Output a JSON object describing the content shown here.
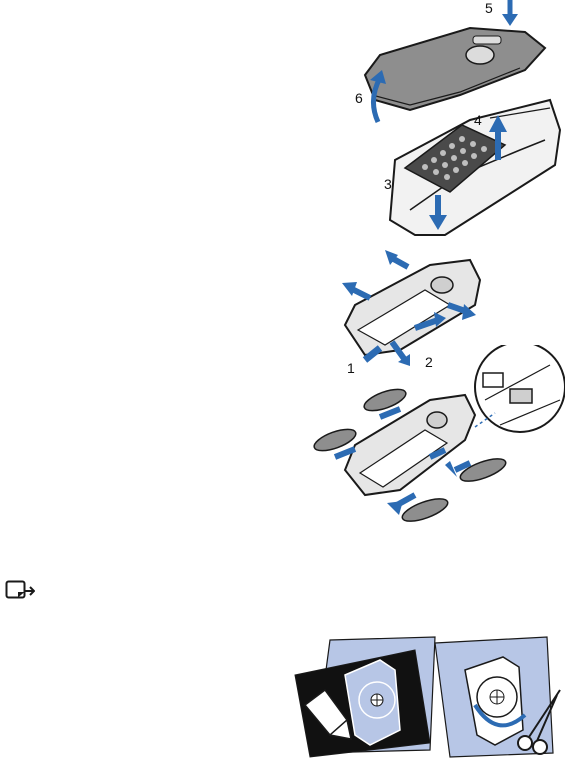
{
  "figure1": {
    "step_labels": [
      "3",
      "4",
      "5",
      "6"
    ]
  },
  "figure2": {
    "step_labels": [
      "1",
      "2"
    ]
  },
  "note": {
    "icon": "note-icon"
  },
  "colors": {
    "accent_blue": "#2c6bb3",
    "light_blue": "#b7c6e6",
    "dark": "#1a1a1a",
    "grey": "#9a9a9a"
  }
}
